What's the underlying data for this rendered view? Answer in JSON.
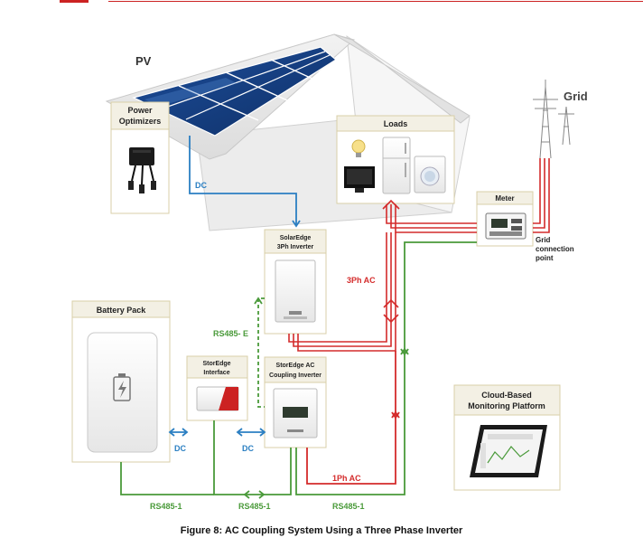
{
  "labels": {
    "pv": "PV",
    "grid": "Grid",
    "power_optimizers_line1": "Power",
    "power_optimizers_line2": "Optimizers",
    "loads": "Loads",
    "meter": "Meter",
    "grid_connection_line1": "Grid",
    "grid_connection_line2": "connection",
    "grid_connection_line3": "point",
    "inverter3ph_line1": "SolarEdge",
    "inverter3ph_line2": "3Ph Inverter",
    "battery_pack": "Battery Pack",
    "storedge_interface_line1": "StorEdge",
    "storedge_interface_line2": "Interface",
    "ac_coupling_line1": "StorEdge AC",
    "ac_coupling_line2": "Coupling Inverter",
    "cloud_line1": "Cloud-Based",
    "cloud_line2": "Monitoring Platform"
  },
  "connections": {
    "dc_pv": "DC",
    "dc_battery": "DC",
    "dc_interface": "DC",
    "ac_3ph": "3Ph AC",
    "ac_1ph": "1Ph AC",
    "rs485_e": "RS485- E",
    "rs485_1_left": "RS485-1",
    "rs485_1_mid": "RS485-1",
    "rs485_1_right": "RS485-1"
  },
  "caption": "Figure 8: AC Coupling System Using a Three Phase Inverter",
  "colors": {
    "dc": "#2b7fc2",
    "ac": "#d42b2b",
    "rs485": "#4a9a3a",
    "box_border": "#d8cfa8",
    "box_header": "#f3f0e4",
    "accent_bar": "#cc2222"
  }
}
